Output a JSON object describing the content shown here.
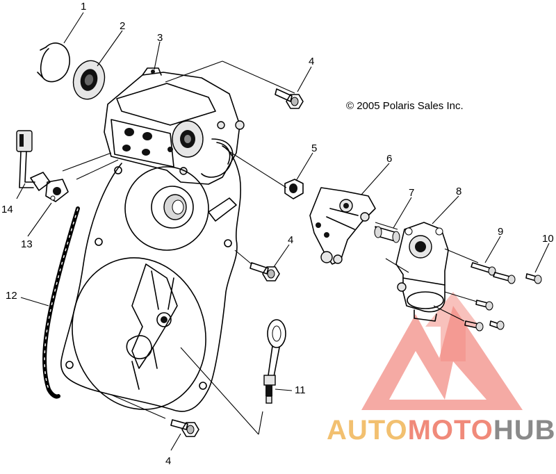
{
  "copyright": "© 2005 Polaris Sales Inc.",
  "callouts": {
    "c1": "1",
    "c2": "2",
    "c3": "3",
    "c4a": "4",
    "c4b": "4",
    "c4c": "4",
    "c5": "5",
    "c6": "6",
    "c7": "7",
    "c8": "8",
    "c9": "9",
    "c10": "10",
    "c11": "11",
    "c12": "12",
    "c13": "13",
    "c14": "14"
  },
  "watermark": {
    "part1": "AUTO",
    "part2": "MOTO",
    "part3": "HUB",
    "color_auto": "#f2c070",
    "color_moto": "#f08a7a",
    "color_hub": "#8a8a8a",
    "logo_color": "#f07a70"
  }
}
